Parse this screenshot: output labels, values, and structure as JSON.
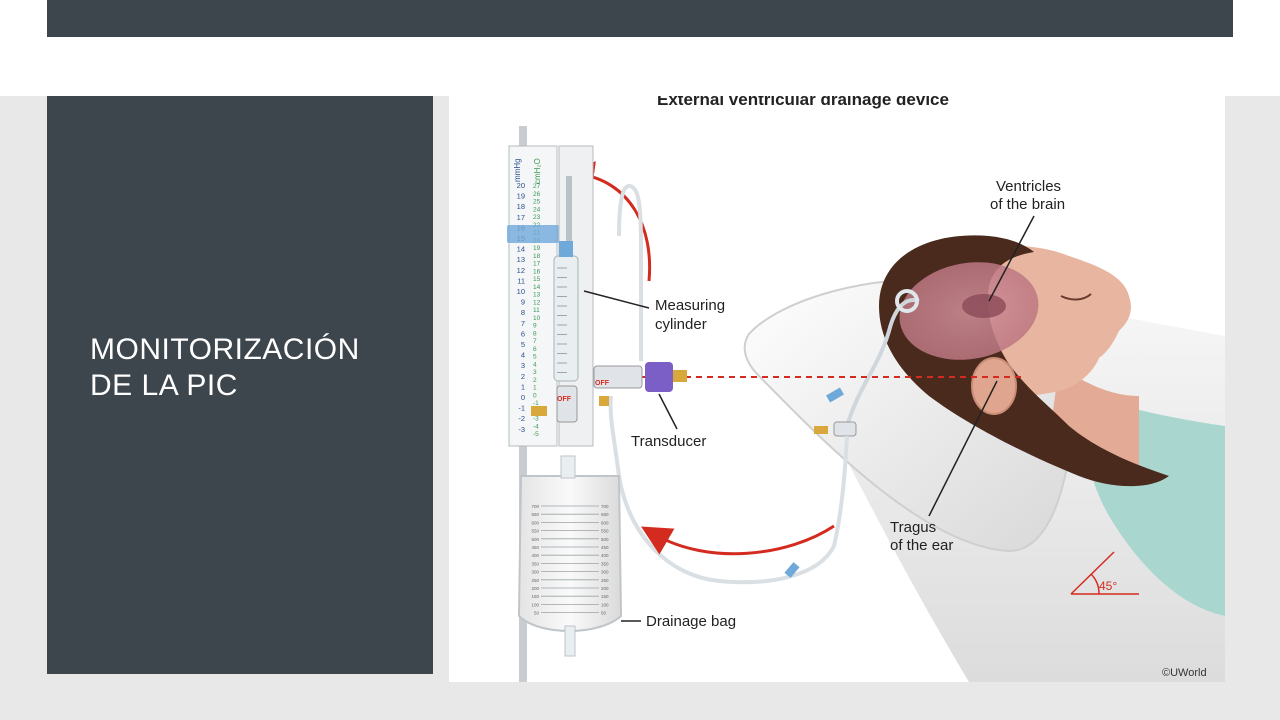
{
  "slide": {
    "title": "MONITORIZACIÓN\nDE LA PIC"
  },
  "figure": {
    "title": "External ventricular drainage device",
    "labels": {
      "measuring_cylinder_1": "Measuring",
      "measuring_cylinder_2": "cylinder",
      "transducer": "Transducer",
      "drainage_bag": "Drainage bag",
      "ventricles_1": "Ventricles",
      "ventricles_2": "of the brain",
      "tragus_1": "Tragus",
      "tragus_2": "of the ear",
      "angle": "45°",
      "copyright": "©UWorld",
      "off_1": "OFF",
      "off_2": "OFF"
    },
    "scale": {
      "mmhg_header": "mmHg",
      "cmh2o_header": "cmH₂O",
      "mmhg_ticks": [
        "20",
        "19",
        "18",
        "17",
        "16",
        "15",
        "14",
        "13",
        "12",
        "11",
        "10",
        "9",
        "8",
        "7",
        "6",
        "5",
        "4",
        "3",
        "2",
        "1",
        "0",
        "-1",
        "-2",
        "-3"
      ],
      "cmh2o_ticks": [
        "27",
        "26",
        "25",
        "24",
        "23",
        "22",
        "21",
        "20",
        "19",
        "18",
        "17",
        "16",
        "15",
        "14",
        "13",
        "12",
        "11",
        "10",
        "9",
        "8",
        "7",
        "6",
        "5",
        "4",
        "3",
        "2",
        "1",
        "0",
        "-1",
        "-2",
        "-3",
        "-4",
        "-5"
      ]
    },
    "bag_ticks": [
      "700",
      "650",
      "600",
      "550",
      "500",
      "450",
      "400",
      "350",
      "300",
      "250",
      "200",
      "150",
      "100",
      "50"
    ],
    "colors": {
      "arrow_red": "#d42b20",
      "level_line": "#d42b20",
      "clamp_blue": "#6fa9d9",
      "transducer_purple": "#7b5fc7",
      "stopcock_gold": "#d8a93a",
      "skin": "#e8b6a0",
      "hair": "#4a2a1c",
      "pillow": "#f1f1f1",
      "gown": "#a9d7cf"
    }
  }
}
